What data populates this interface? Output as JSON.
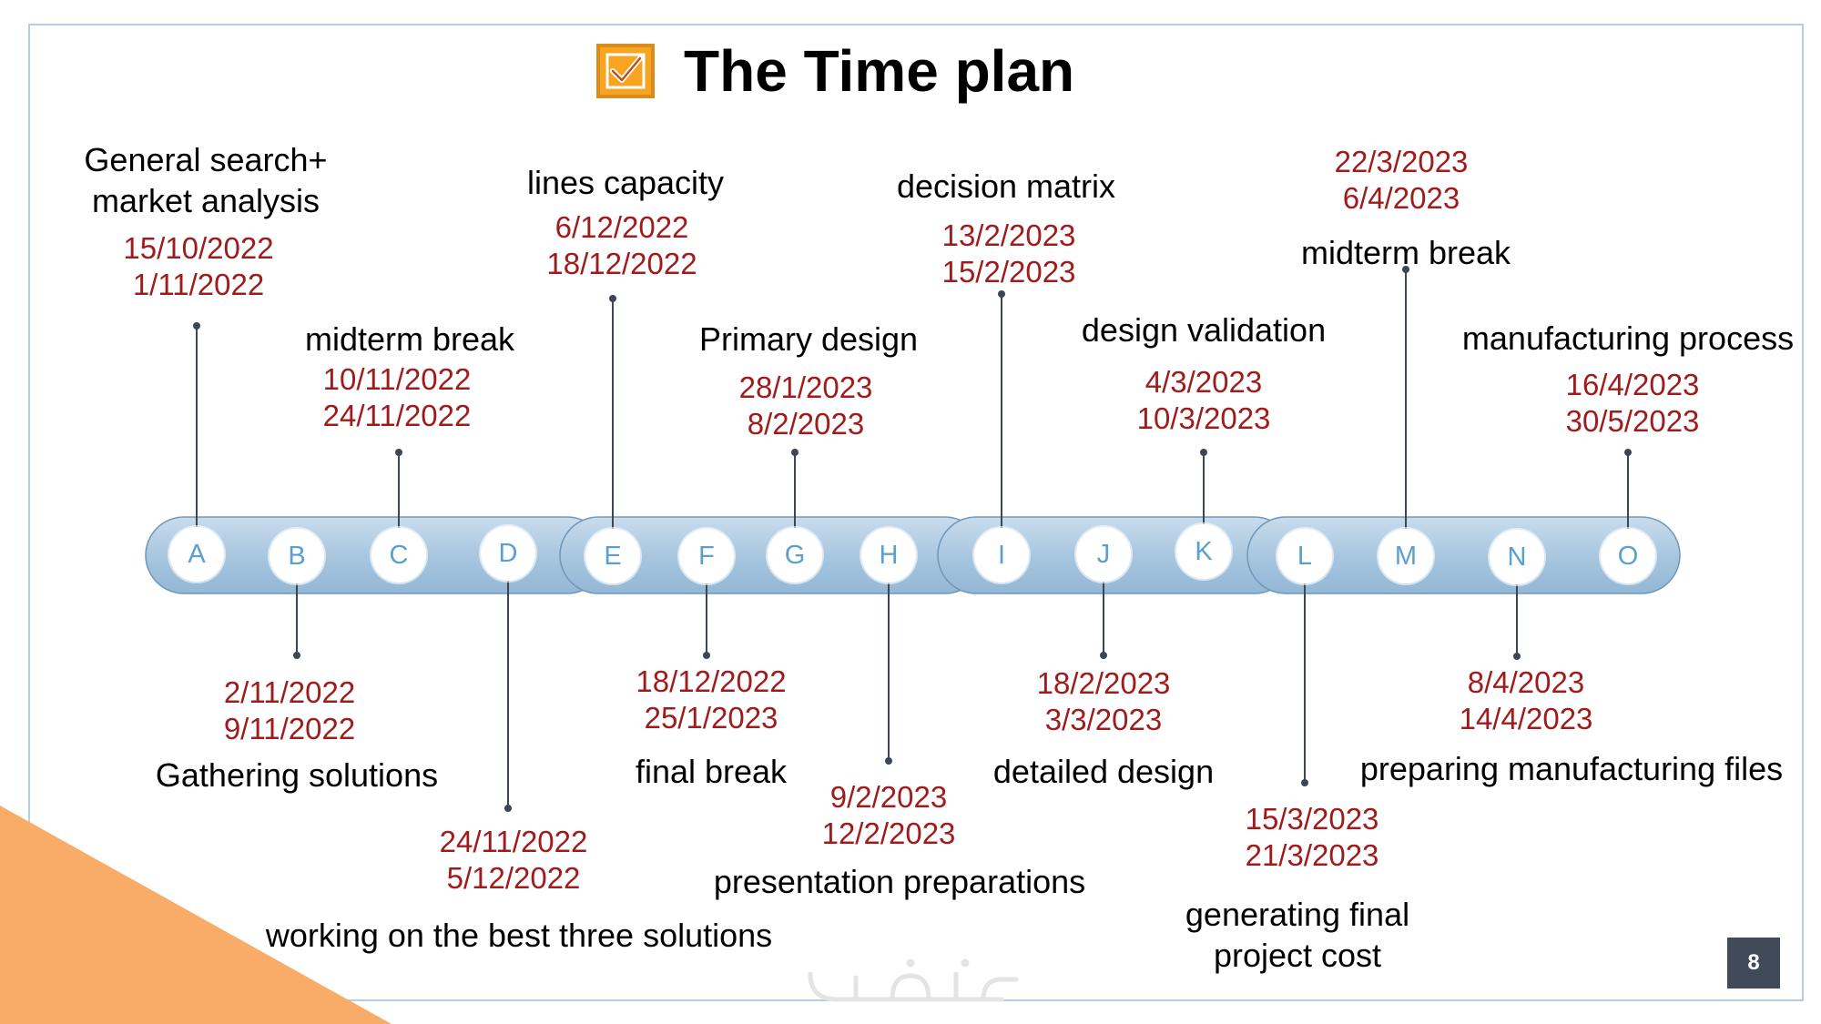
{
  "title": "The Time plan",
  "page_number": "8",
  "colors": {
    "dates": "#a01c1c",
    "bar": "#a6c5de",
    "node_text": "#5aa0cf",
    "accent": "#f7a520",
    "corner": "#f9ab68"
  },
  "milestones": [
    {
      "letter": "A",
      "label": "General search+ market analysis",
      "label_lines": [
        "General search+",
        "market analysis"
      ],
      "start": "15/10/2022",
      "end": "1/11/2022",
      "side": "top"
    },
    {
      "letter": "B",
      "label": "Gathering solutions",
      "label_lines": [
        "Gathering solutions"
      ],
      "start": "2/11/2022",
      "end": "9/11/2022",
      "side": "bottom"
    },
    {
      "letter": "C",
      "label": "midterm break",
      "label_lines": [
        "midterm break"
      ],
      "start": "10/11/2022",
      "end": "24/11/2022",
      "side": "top"
    },
    {
      "letter": "D",
      "label": "working on the best three solutions",
      "label_lines": [
        "working on the best three solutions"
      ],
      "start": "24/11/2022",
      "end": "5/12/2022",
      "side": "bottom"
    },
    {
      "letter": "E",
      "label": "lines capacity",
      "label_lines": [
        "lines capacity"
      ],
      "start": "6/12/2022",
      "end": "18/12/2022",
      "side": "top"
    },
    {
      "letter": "F",
      "label": "final break",
      "label_lines": [
        "final break"
      ],
      "start": "18/12/2022",
      "end": "25/1/2023",
      "side": "bottom"
    },
    {
      "letter": "G",
      "label": "Primary design",
      "label_lines": [
        "Primary design"
      ],
      "start": "28/1/2023",
      "end": "8/2/2023",
      "side": "top"
    },
    {
      "letter": "H",
      "label": "presentation  preparations",
      "label_lines": [
        "presentation  preparations"
      ],
      "start": "9/2/2023",
      "end": "12/2/2023",
      "side": "bottom"
    },
    {
      "letter": "I",
      "label": "decision matrix",
      "label_lines": [
        "decision matrix"
      ],
      "start": "13/2/2023",
      "end": "15/2/2023",
      "side": "top"
    },
    {
      "letter": "J",
      "label": "detailed design",
      "label_lines": [
        "detailed design"
      ],
      "start": "18/2/2023",
      "end": "3/3/2023",
      "side": "bottom"
    },
    {
      "letter": "K",
      "label": "design validation",
      "label_lines": [
        "design validation"
      ],
      "start": "4/3/2023",
      "end": "10/3/2023",
      "side": "top"
    },
    {
      "letter": "L",
      "label": "generating final project cost",
      "label_lines": [
        "generating final",
        "project cost"
      ],
      "start": "15/3/2023",
      "end": "21/3/2023",
      "side": "bottom"
    },
    {
      "letter": "M",
      "label": "midterm break",
      "label_lines": [
        "midterm break"
      ],
      "start": "22/3/2023",
      "end": "6/4/2023",
      "side": "top"
    },
    {
      "letter": "N",
      "label": "preparing manufacturing files",
      "label_lines": [
        "preparing manufacturing files"
      ],
      "start": "8/4/2023",
      "end": "14/4/2023",
      "side": "bottom"
    },
    {
      "letter": "O",
      "label": "manufacturing process",
      "label_lines": [
        "manufacturing process"
      ],
      "start": "16/4/2023",
      "end": "30/5/2023",
      "side": "top"
    }
  ]
}
